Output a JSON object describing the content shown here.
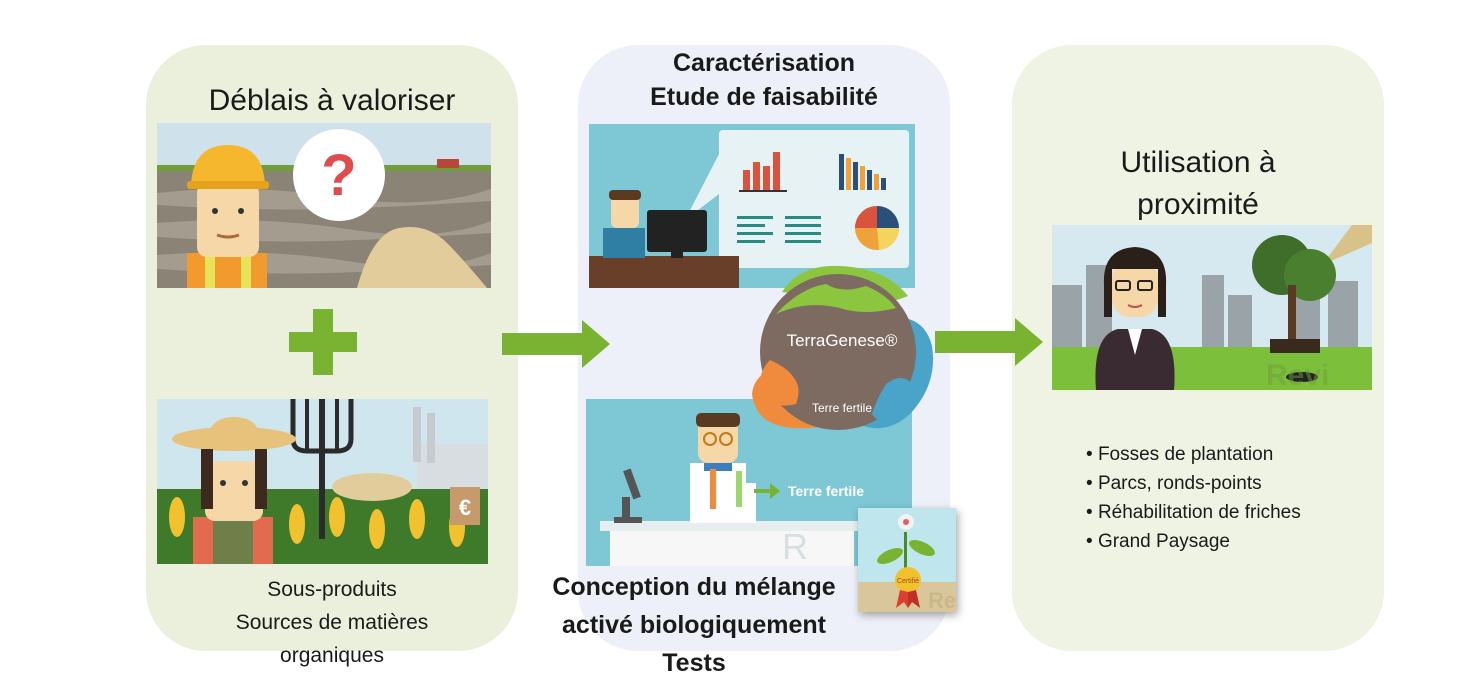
{
  "left": {
    "title": "Déblais à valoriser",
    "caption": [
      "Sous-produits",
      "Sources de matières",
      "organiques"
    ]
  },
  "middle": {
    "title_lines": [
      "Caractérisation",
      "Etude de faisabilité"
    ],
    "bottom_lines": [
      "Conception du mélange",
      "activé biologiquement",
      "Tests"
    ],
    "hub_label": "TerraGenese®",
    "hub_sublabel": "Terre fertile",
    "lab_label": "Terre fertile",
    "certificate_label": "Certifié",
    "watermark": "Rev"
  },
  "right": {
    "title_lines": [
      "Utilisation à",
      "proximité"
    ],
    "bullets": [
      "Fosses de plantation",
      "Parcs, ronds-points",
      "Réhabilitation de friches",
      "Grand Paysage"
    ],
    "watermark": "Revi"
  },
  "colors": {
    "arrow": "#7ab231",
    "plus": "#7ab231",
    "hub": "#7d6a60",
    "hub_green": "#8cc63f",
    "hub_orange": "#f08a3c",
    "hub_blue": "#4aa3c9"
  }
}
